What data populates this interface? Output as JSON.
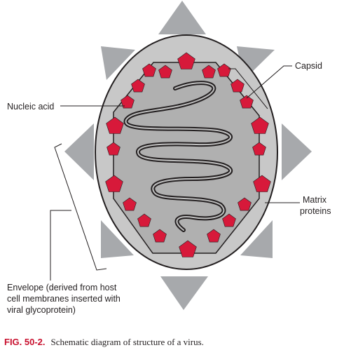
{
  "labels": {
    "capsid": "Capsid",
    "nucleic_acid": "Nucleic acid",
    "matrix_line1": "Matrix",
    "matrix_line2": "proteins",
    "envelope_line1": "Envelope (derived from host",
    "envelope_line2": "cell membranes inserted with",
    "envelope_line3": "viral glycoprotein)"
  },
  "caption": {
    "number": "FIG. 50-2.",
    "text": "Schematic diagram of structure of a virus."
  },
  "colors": {
    "envelope_fill": "#c8c8c8",
    "envelope_stroke": "#231f20",
    "capsid_fill": "#b0b0b0",
    "capsomere": "#d7193a",
    "spike": "#a7a9ac",
    "caption_number": "#c8102e",
    "text": "#231f20"
  }
}
